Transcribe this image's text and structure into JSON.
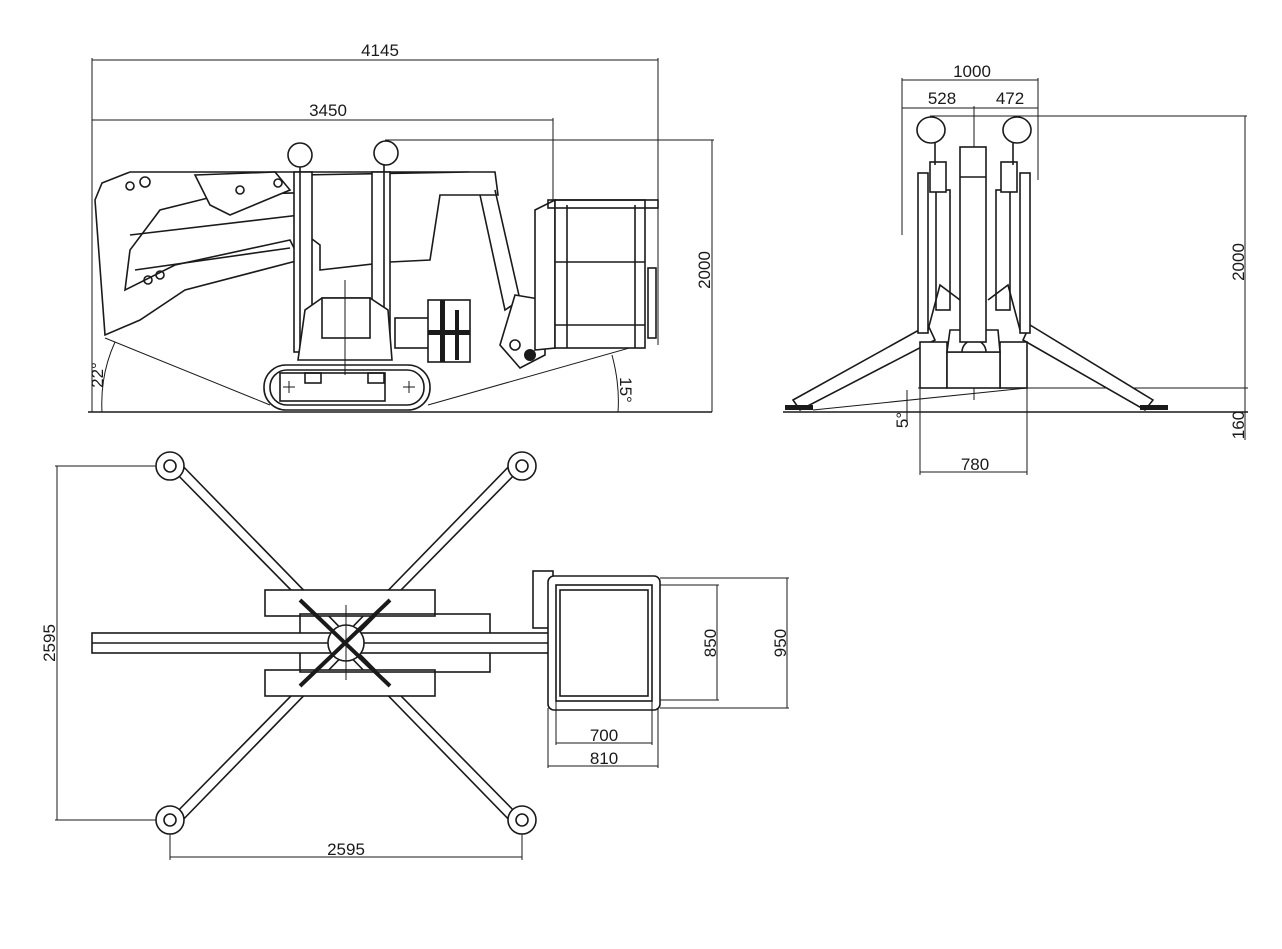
{
  "side_view": {
    "overall_length": "4145",
    "boom_length": "3450",
    "height": "2000",
    "front_angle": "22°",
    "rear_angle": "15°"
  },
  "front_view": {
    "width": "1000",
    "left_offset": "528",
    "right_offset": "472",
    "height": "2000",
    "ground_clearance": "160",
    "track_width": "780",
    "tilt_angle": "5°"
  },
  "top_view": {
    "outrigger_span_vertical": "2595",
    "outrigger_span_horizontal": "2595",
    "basket_inner_depth": "850",
    "basket_outer_depth": "950",
    "basket_inner_width": "700",
    "basket_outer_width": "810"
  }
}
